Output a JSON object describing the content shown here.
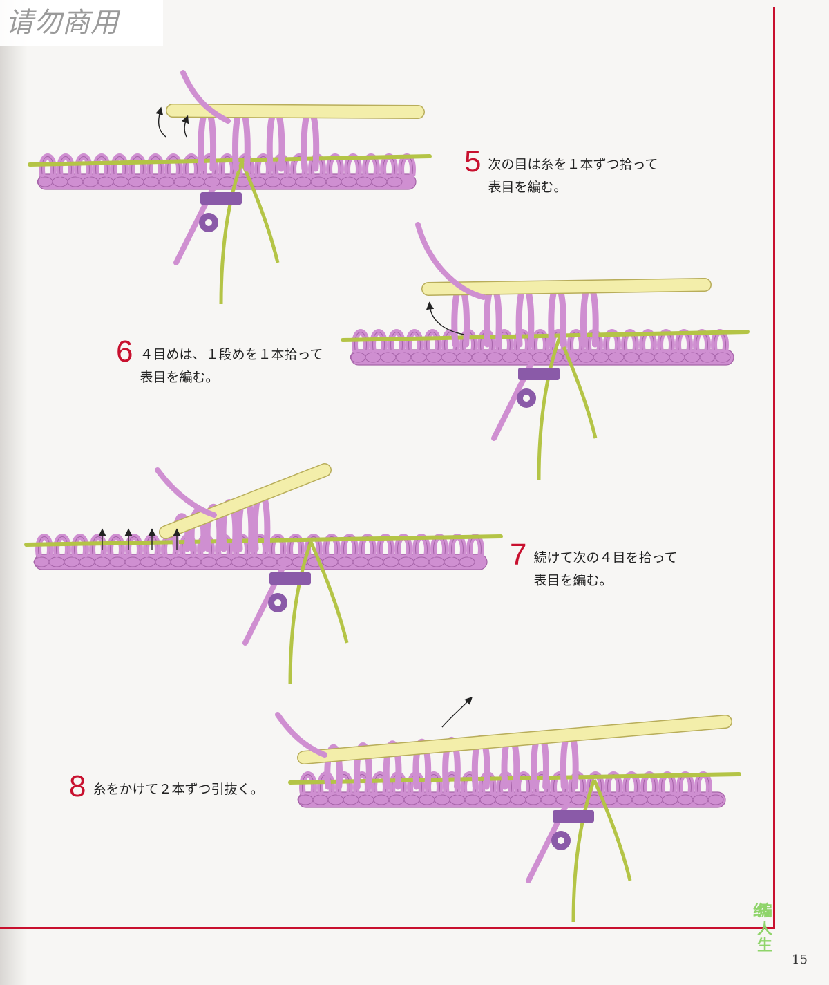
{
  "watermark": {
    "text": "请勿商用"
  },
  "steps": [
    {
      "number": "5",
      "lines": [
        "次の目は糸を１本ずつ拾って",
        "表目を編む。"
      ]
    },
    {
      "number": "6",
      "lines": [
        "４目めは、１段めを１本拾って",
        "表目を編む。"
      ]
    },
    {
      "number": "7",
      "lines": [
        "続けて次の４目を拾って",
        "表目を編む。"
      ]
    },
    {
      "number": "8",
      "lines": [
        "糸をかけて２本ずつ引抜く。"
      ]
    }
  ],
  "page_number": "15",
  "site_logo": {
    "chars": [
      "编",
      "织",
      "人",
      "生"
    ]
  },
  "colors": {
    "frame": "#c8102e",
    "yarn": "#cf8fd1",
    "yarn_dark": "#a563a8",
    "needle": "#b4c446",
    "hook": "#f3eeaa",
    "stitch_marker": "#8a5aa8",
    "logo_green": "#8fd46a"
  },
  "icons": [
    "crochet-hook-icon",
    "knitting-needle-icon",
    "stitch-marker-icon",
    "arrow-icon"
  ]
}
